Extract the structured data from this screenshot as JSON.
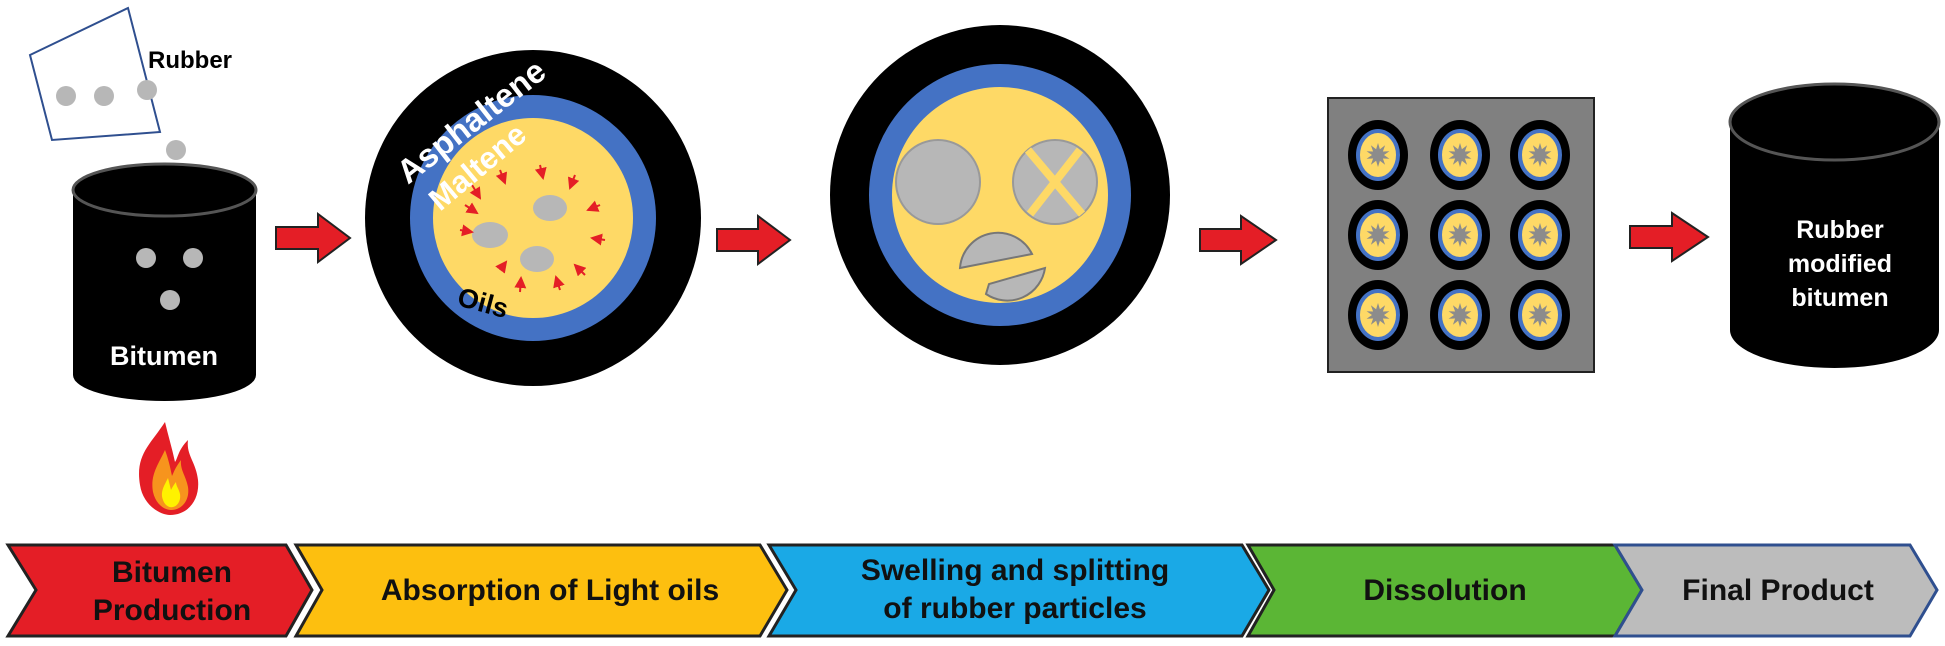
{
  "labels": {
    "rubber": "Rubber",
    "bitumen": "Bitumen",
    "asphaltene": "Asphaltene",
    "maltene": "Maltene",
    "oils": "Oils",
    "product_line1": "Rubber",
    "product_line2": "modified",
    "product_line3": "bitumen"
  },
  "stages": [
    {
      "line1": "Bitumen",
      "line2": "Production",
      "color": "#e41e26"
    },
    {
      "line1": "Absorption of Light oils",
      "line2": "",
      "color": "#fdbf0f"
    },
    {
      "line1": "Swelling and splitting",
      "line2": "of rubber particles",
      "color": "#1aa9e6"
    },
    {
      "line1": "Dissolution",
      "line2": "",
      "color": "#5bb635"
    },
    {
      "line1": "Final Product",
      "line2": "",
      "color": "#bcbcbc"
    }
  ],
  "colors": {
    "arrow": "#e41e26",
    "asphaltene": "#000000",
    "maltene": "#4472c4",
    "oils": "#fed966",
    "rubber_particle": "#b7b7b7",
    "grid_background": "#808080"
  }
}
